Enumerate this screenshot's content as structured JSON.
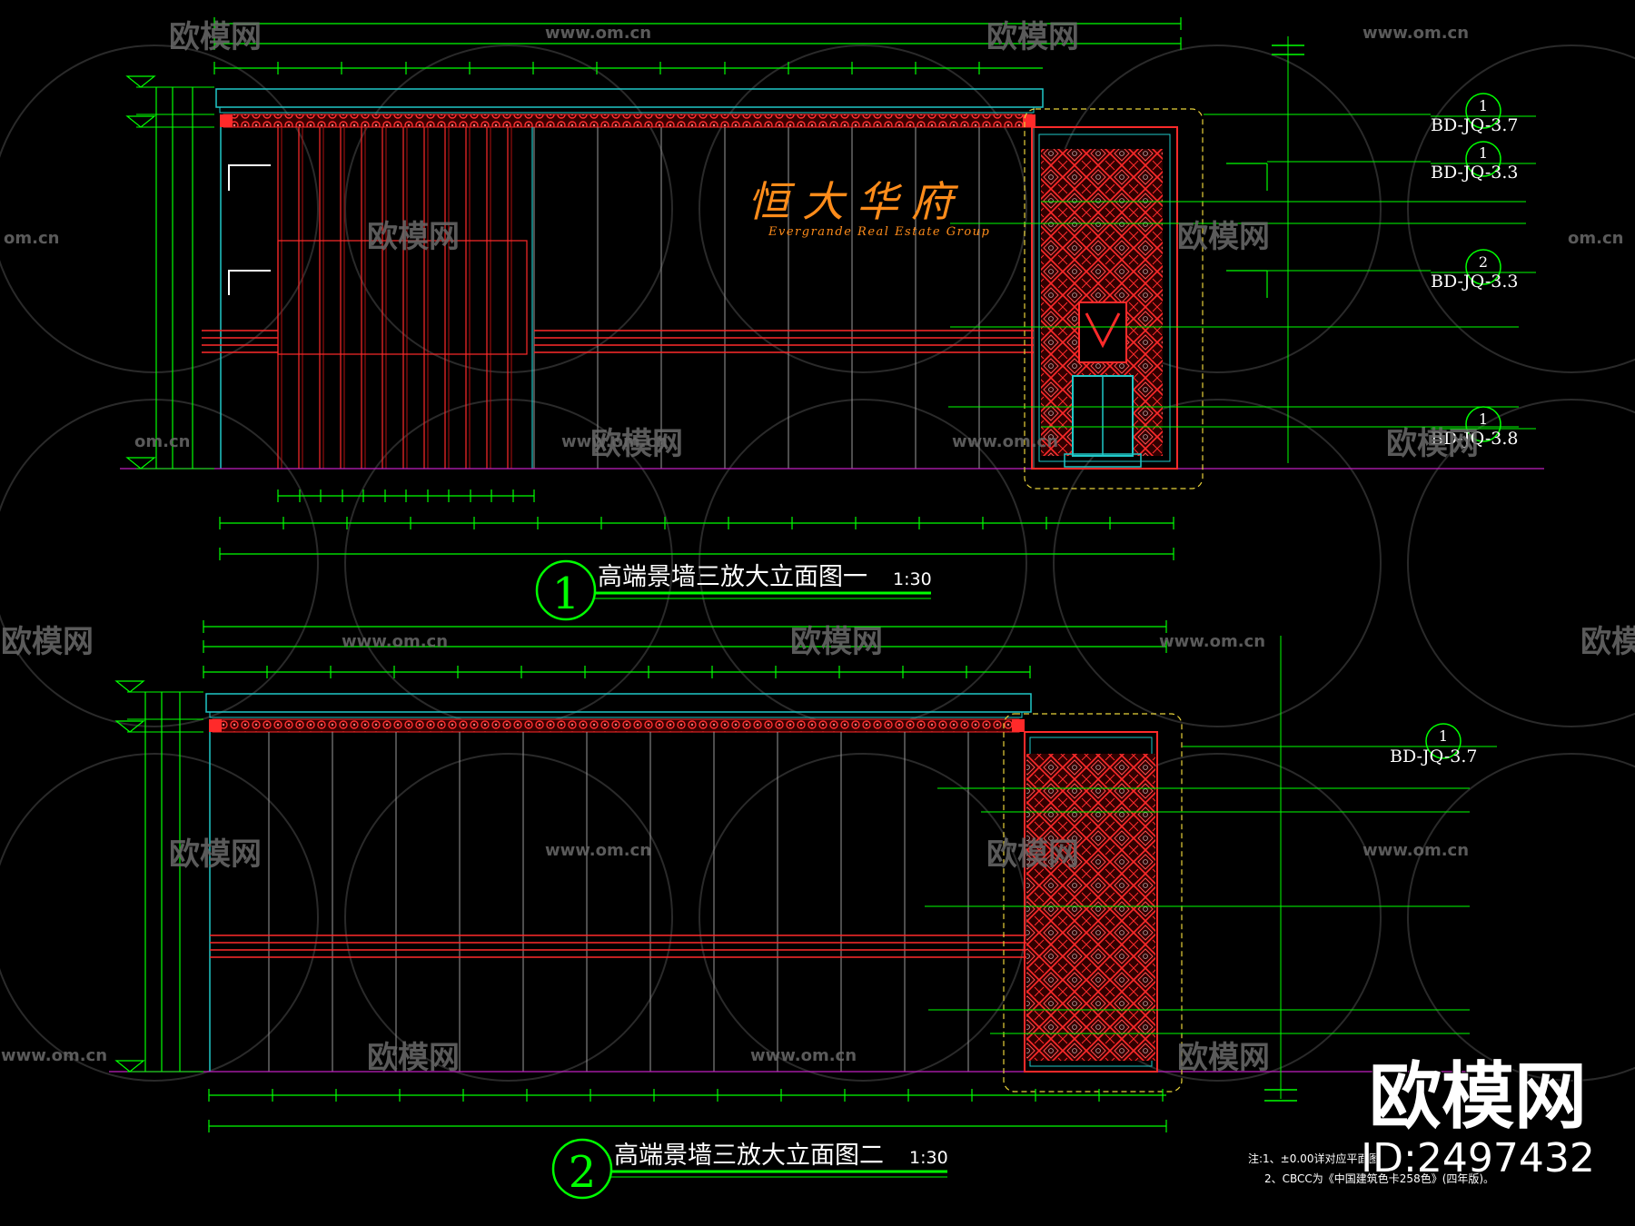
{
  "colors": {
    "bg": "#000000",
    "dim": "#00ff00",
    "panel": "#ff2a2a",
    "accent": "#ff8c1a",
    "cyan": "#20c8c8",
    "yellow": "#e8d23a",
    "text": "#ffffff",
    "magenta": "#c020c0"
  },
  "watermark": {
    "brand": "欧模网",
    "url": "www.om.cn",
    "short": "om.cn",
    "big": "欧模网",
    "id": "ID:2497432"
  },
  "elevation1": {
    "number": "1",
    "title": "高端景墙三放大立面图一",
    "scale": "1:30",
    "sign_cn": "恒大华府",
    "sign_en": "Evergrande Real Estate Group",
    "callouts": [
      {
        "num": "1",
        "code": "BD-JQ-3.7"
      },
      {
        "num": "1",
        "code": "BD-JQ-3.3"
      },
      {
        "num": "2",
        "code": "BD-JQ-3.3"
      },
      {
        "num": "1",
        "code": "BD-JQ-3.8"
      }
    ]
  },
  "elevation2": {
    "number": "2",
    "title": "高端景墙三放大立面图二",
    "scale": "1:30",
    "callouts": [
      {
        "num": "1",
        "code": "BD-JQ-3.7"
      }
    ]
  },
  "notes": [
    "注:1、±0.00详对应平面图",
    "2、CBCC为《中国建筑色卡258色》(四年版)。"
  ]
}
